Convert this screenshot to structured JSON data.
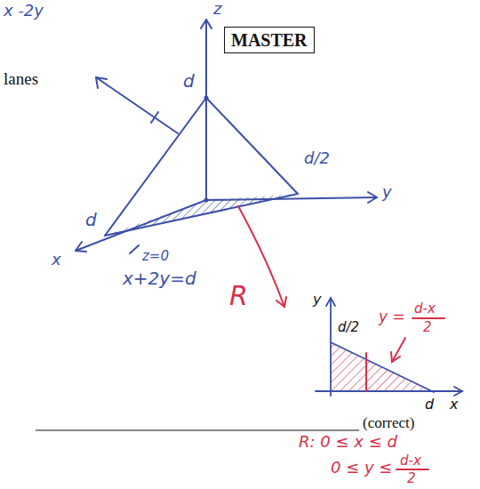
{
  "diagram": {
    "nodes": [
      {
        "text": [
          "MASTER"
        ]
      }
    ],
    "labels": [
      "x -2y",
      "z",
      "d",
      "lanes",
      "d/2",
      "y",
      "d",
      "x",
      "z=0",
      "x+2y=d",
      "R",
      "y",
      "d/2",
      "y =",
      "d-x",
      "2",
      "x",
      "d",
      "(correct)",
      "R: 0 ≤ x ≤ d",
      "0 ≤ y ≤",
      "d-x",
      "2"
    ]
  }
}
